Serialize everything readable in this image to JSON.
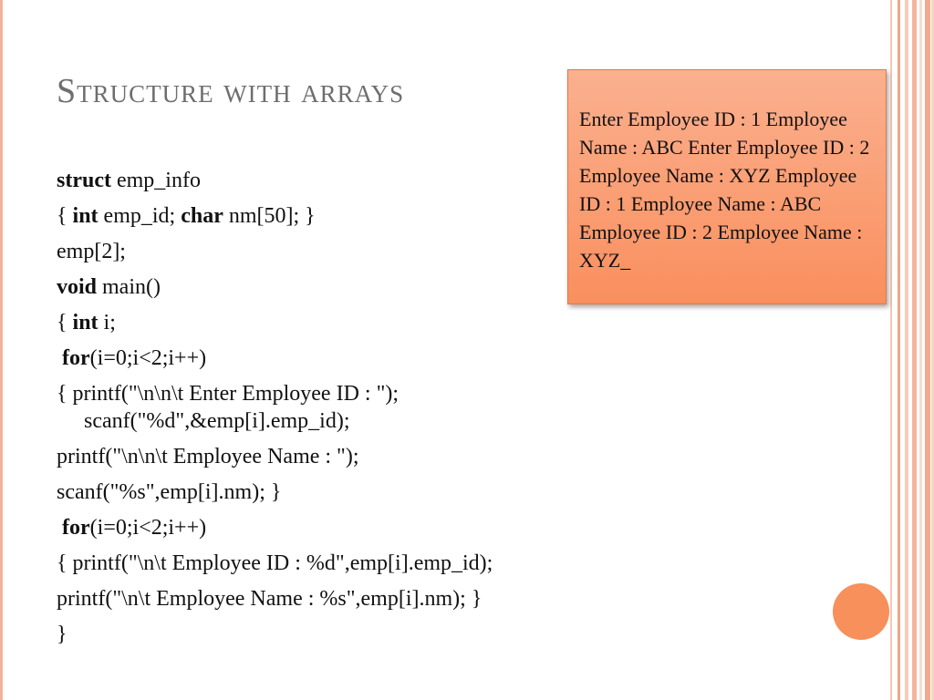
{
  "slide": {
    "title": "Structure with arrays",
    "code": {
      "l1_kw": "struct",
      "l1_rest": " emp_info",
      "l2_a": "{ ",
      "l2_kw1": "int",
      "l2_b": " emp_id; ",
      "l2_kw2": "char",
      "l2_c": " nm[50]; }",
      "l3": "emp[2];",
      "l4_kw": "void",
      "l4_rest": " main()",
      "l5_a": " { ",
      "l5_kw": "int",
      "l5_rest": " i;",
      "l6_kw": "for",
      "l6_rest": "(i=0;i<2;i++)",
      "l7": "{ printf(\"\\n\\n\\t Enter Employee ID : \"); scanf(\"%d\",&emp[i].emp_id);",
      "l8": " printf(\"\\n\\n\\t Employee Name : \");",
      "l9": " scanf(\"%s\",emp[i].nm); }",
      "l10_kw": "for",
      "l10_rest": "(i=0;i<2;i++)",
      "l11": "{ printf(\"\\n\\t Employee ID : %d\",emp[i].emp_id);",
      "l12": "printf(\"\\n\\t Employee Name : %s\",emp[i].nm); }",
      "l13": " }"
    },
    "output": "Enter Employee ID : 1 Employee Name : ABC Enter Employee ID : 2 Employee Name : XYZ Employee ID : 1 Employee Name : ABC Employee ID : 2 Employee Name : XYZ_"
  },
  "colors": {
    "accent": "#f98f5e",
    "title": "#6e6e6e",
    "stripe": "#f4b29a"
  }
}
